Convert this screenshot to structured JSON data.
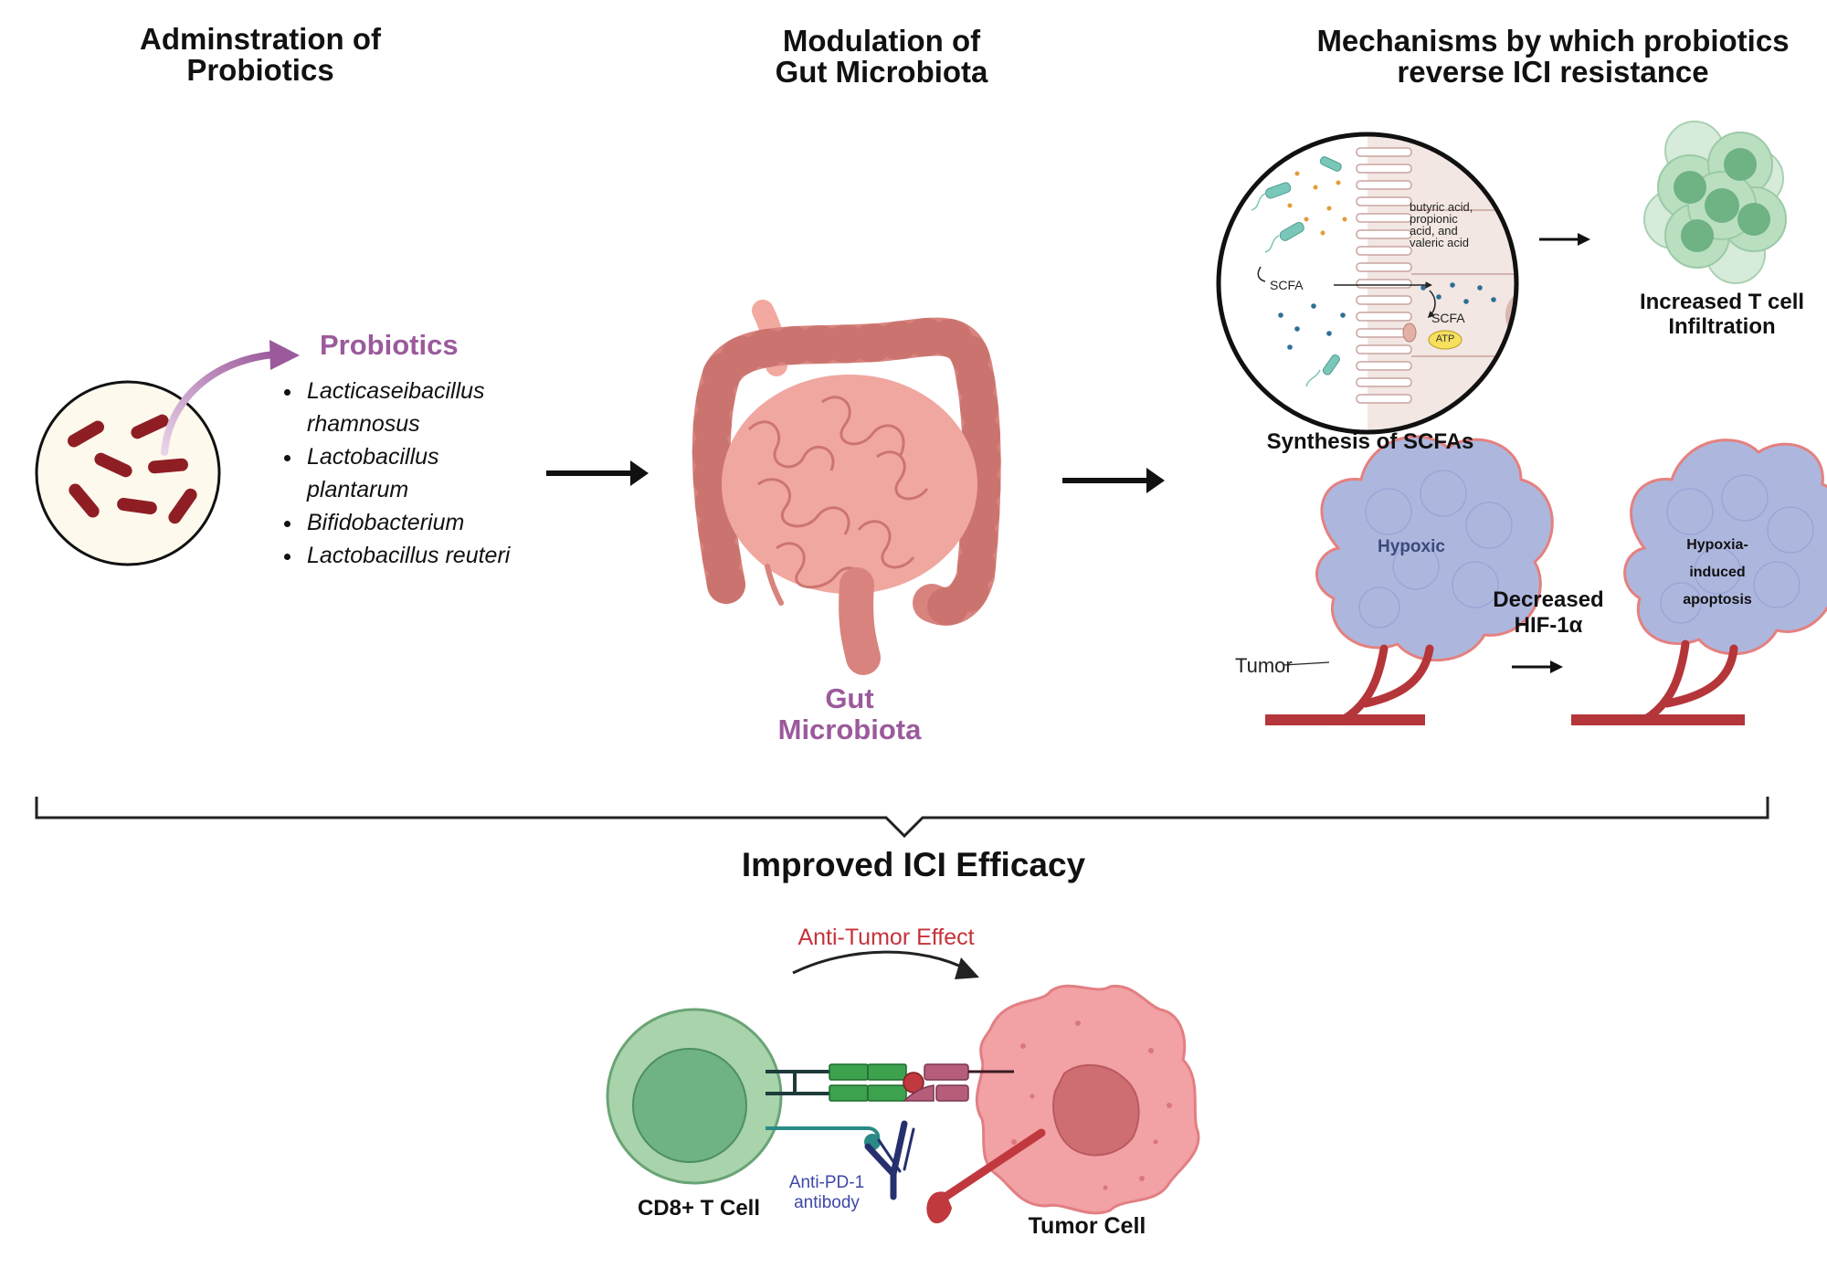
{
  "headers": {
    "administration": [
      "Adminstration of",
      "Probiotics"
    ],
    "modulation": [
      "Modulation of",
      "Gut Microbiota"
    ],
    "mechanisms": [
      "Mechanisms by which probiotics",
      "reverse ICI resistance"
    ]
  },
  "probiotics": {
    "title": "Probiotics",
    "strains": [
      "Lacticaseibacillus rhamnosus",
      "Lactobacillus plantarum",
      "Bifidobacterium",
      "Lactobacillus reuteri"
    ]
  },
  "gut": {
    "label": [
      "Gut",
      "Microbiota"
    ]
  },
  "scfa": {
    "acids": [
      "butyric acid,",
      "propionic",
      "acid, and",
      "valeric acid"
    ],
    "scfa_label": "SCFA",
    "scfa_label_2": "SCFA",
    "atp": "ATP",
    "caption": "Synthesis of SCFAs"
  },
  "tcell_infiltration": {
    "label": [
      "Increased T cell",
      "Infiltration"
    ]
  },
  "tumor_hypoxia": {
    "hypoxic": "Hypoxic",
    "tumor": "Tumor",
    "decreased": [
      "Decreased",
      "HIF-1α"
    ],
    "apoptosis": [
      "Hypoxia-",
      "induced",
      "apoptosis"
    ]
  },
  "efficacy": {
    "title": "Improved ICI Efficacy"
  },
  "bottom": {
    "anti_tumor": "Anti-Tumor Effect",
    "cd8": "CD8+ T Cell",
    "tumor_cell": "Tumor Cell",
    "antibody": [
      "Anti-PD-1",
      "antibody"
    ]
  },
  "colors": {
    "purple": "#9b5a9c",
    "bacteria": "#8f1e24",
    "gut": "#d9837e",
    "tcell_outer": "#a9d3ab",
    "tcell_inner": "#6fb284",
    "tumor": "#f2a1a4",
    "tumor_nucleus": "#cf6e72",
    "hypoxic_blue": "#a9b4dd",
    "vessel": "#b5363a",
    "anti_tumor_red": "#c4333a",
    "antibody_blue": "#3d48a8"
  }
}
